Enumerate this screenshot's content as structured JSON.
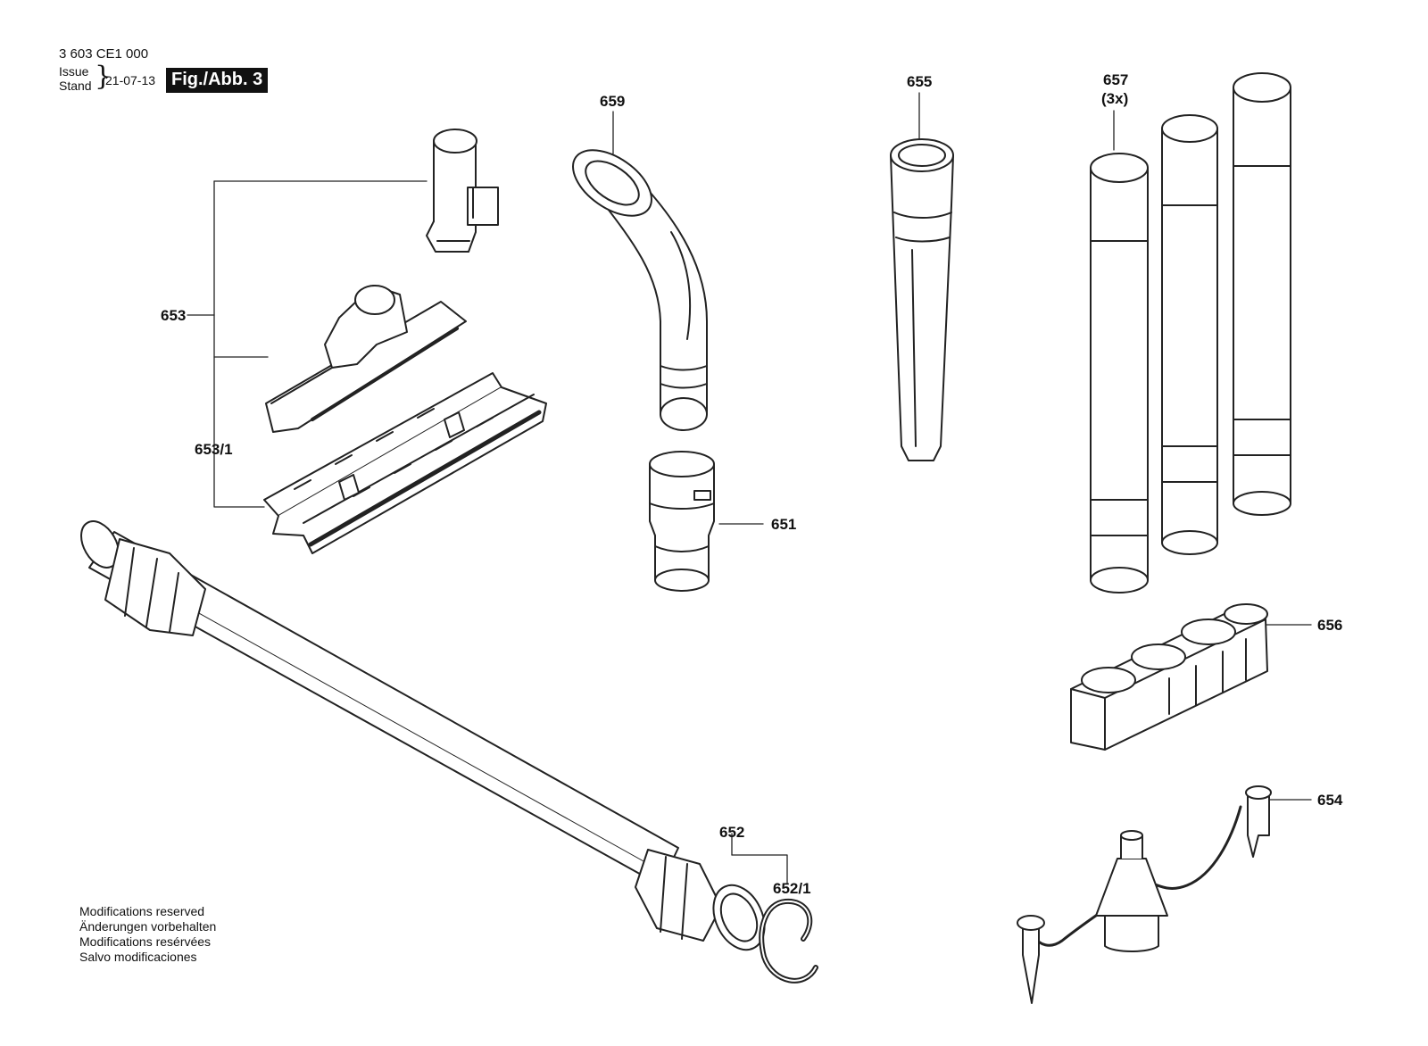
{
  "header": {
    "doc_number": "3 603 CE1 000",
    "issue_label": "Issue",
    "stand_label": "Stand",
    "issue_date": "21-07-13",
    "figure_label": "Fig./Abb. 3"
  },
  "parts": [
    {
      "id": "label-653",
      "text": "653"
    },
    {
      "id": "label-653-1",
      "text": "653/1"
    },
    {
      "id": "label-659",
      "text": "659"
    },
    {
      "id": "label-651",
      "text": "651"
    },
    {
      "id": "label-655",
      "text": "655"
    },
    {
      "id": "label-657",
      "text": "657"
    },
    {
      "id": "label-657-qty",
      "text": "(3x)"
    },
    {
      "id": "label-656",
      "text": "656"
    },
    {
      "id": "label-654",
      "text": "654"
    },
    {
      "id": "label-652",
      "text": "652"
    },
    {
      "id": "label-652-1",
      "text": "652/1"
    }
  ],
  "footer": [
    "Modifications reserved",
    "Änderungen vorbehalten",
    "Modifications resérvées",
    "Salvo modificaciones"
  ]
}
